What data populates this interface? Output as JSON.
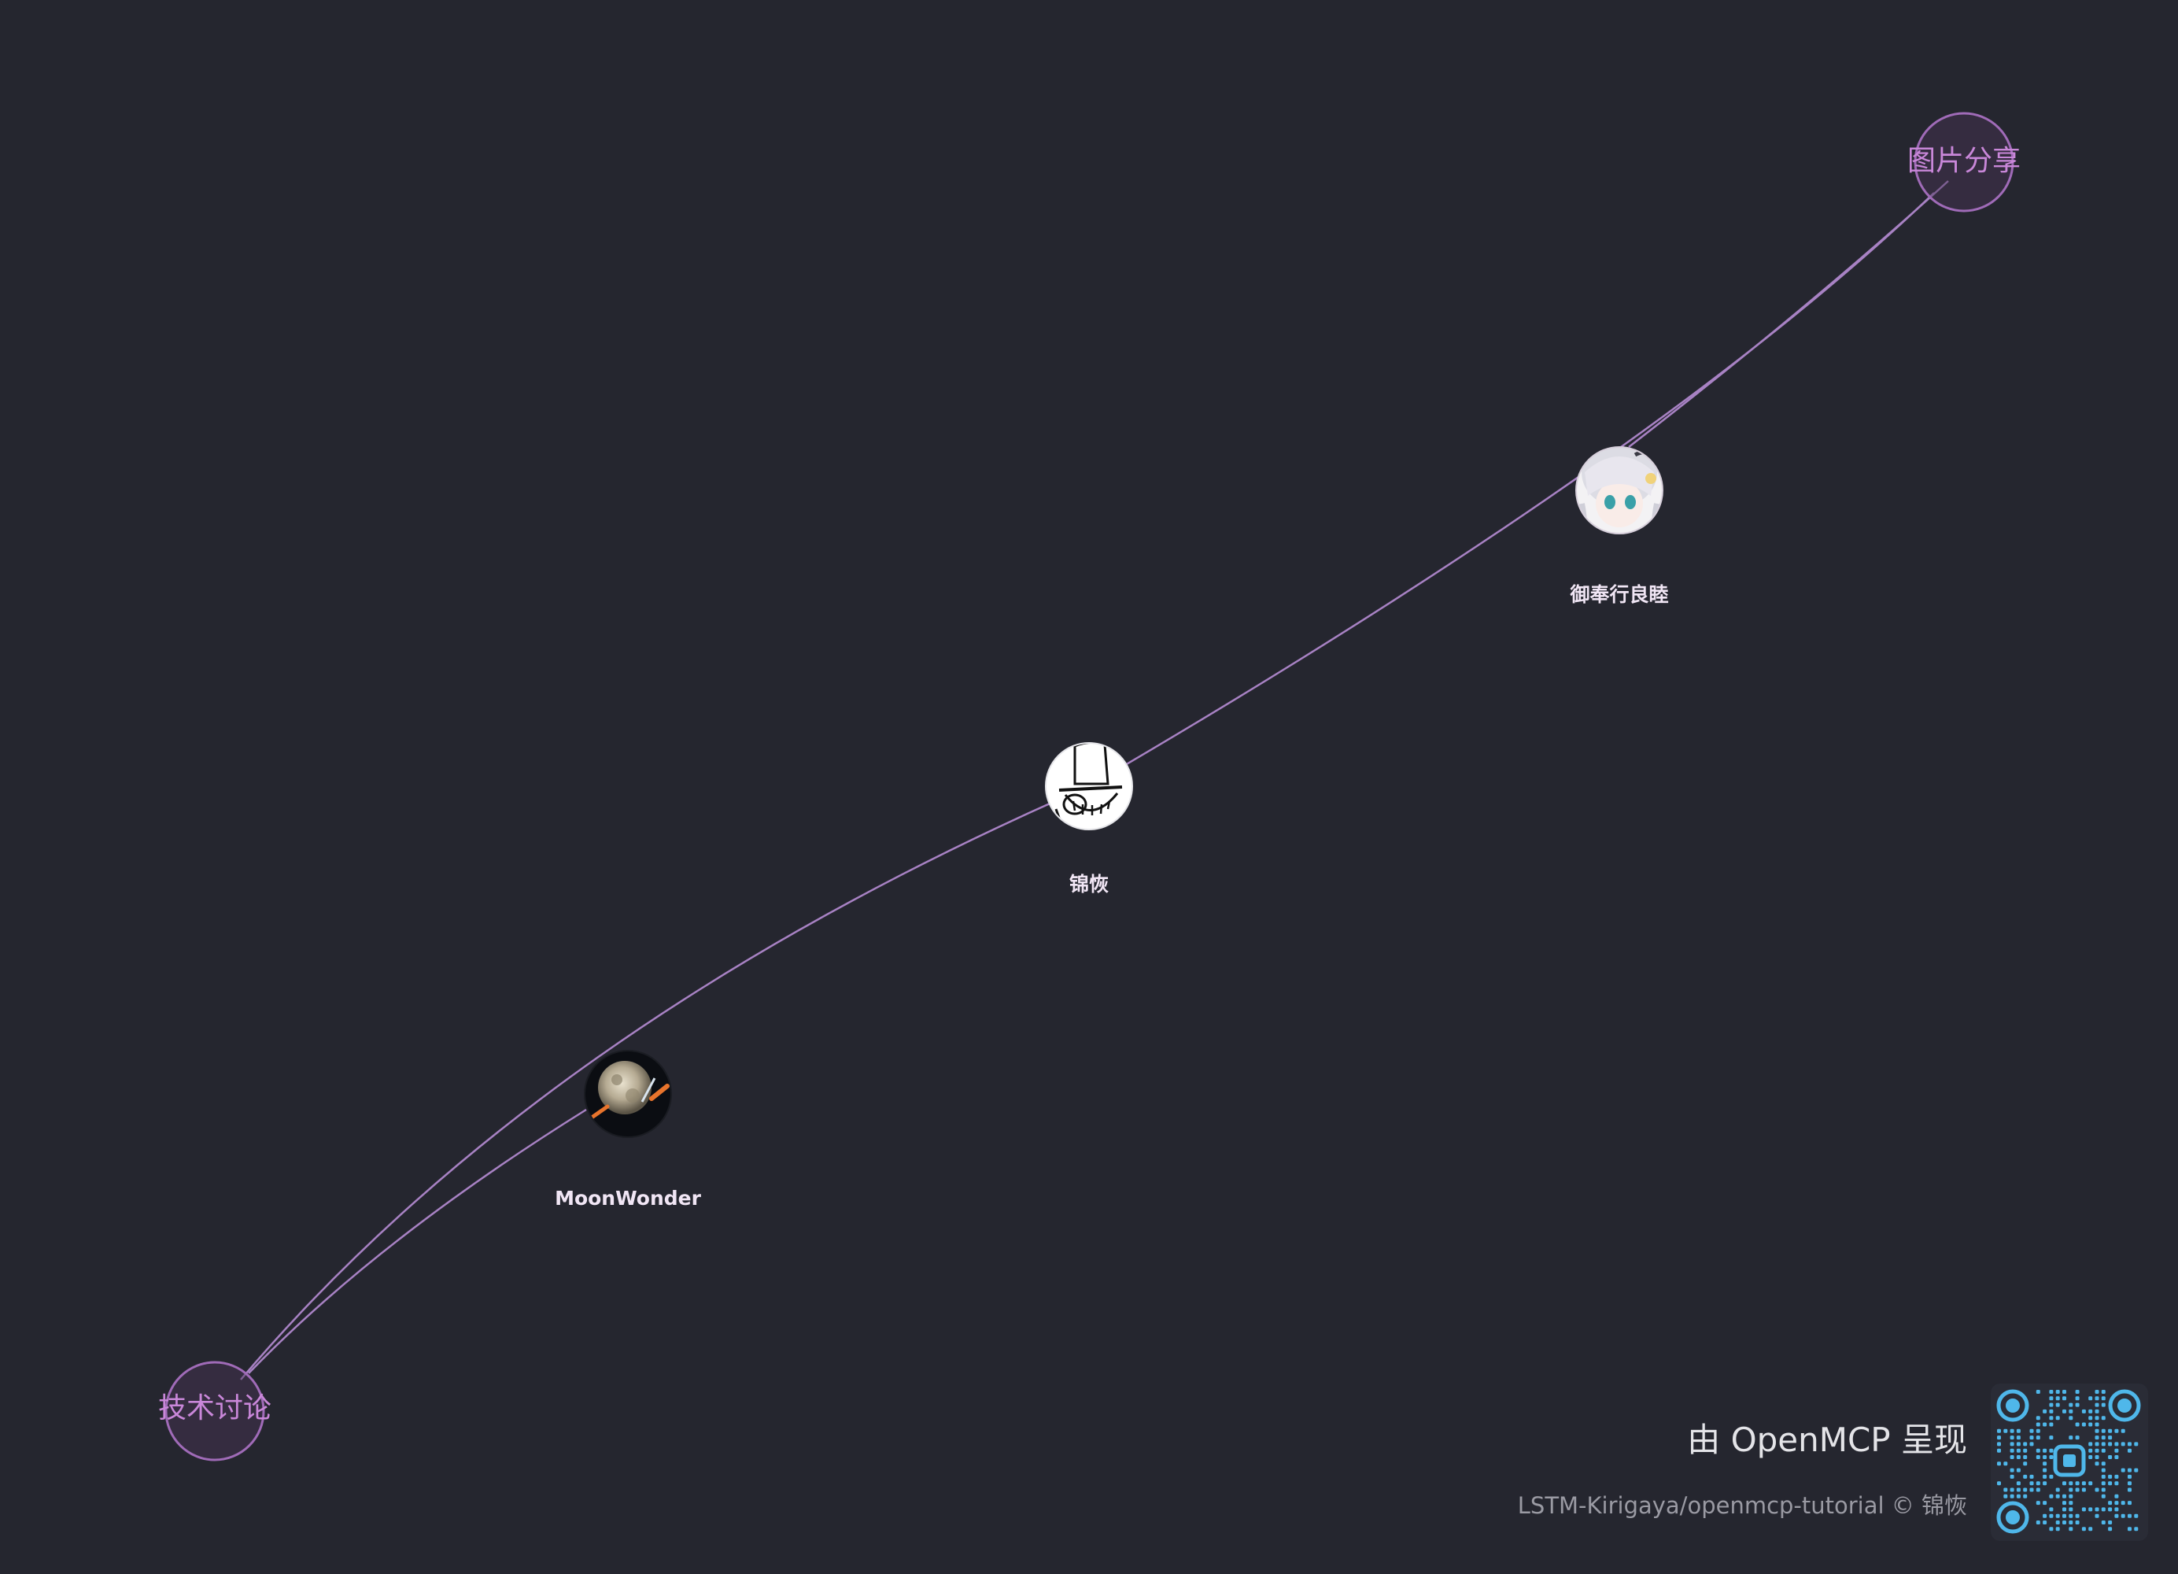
{
  "graph": {
    "channels": [
      {
        "id": "pics",
        "label": "图片分享"
      },
      {
        "id": "tech",
        "label": "技术讨论"
      }
    ],
    "users": [
      {
        "id": "yuzu",
        "label": "御奉行良睦"
      },
      {
        "id": "jinhui",
        "label": "锦恢"
      },
      {
        "id": "moon",
        "label": "MoonWonder"
      }
    ],
    "edges": [
      {
        "from": "pics",
        "to": "yuzu"
      },
      {
        "from": "pics",
        "to": "jinhui"
      },
      {
        "from": "tech",
        "to": "moon"
      },
      {
        "from": "tech",
        "to": "jinhui"
      }
    ]
  },
  "footer": {
    "brand": "由 OpenMCP 呈现",
    "credit": "LSTM-Kirigaya/openmcp-tutorial © 锦恢"
  },
  "colors": {
    "background": "#25262f",
    "edge": "#a882c4",
    "channel_fill": "#4a3556",
    "channel_stroke": "#a06bb8",
    "channel_text": "#c987d9",
    "qr": "#4fb7ea"
  }
}
